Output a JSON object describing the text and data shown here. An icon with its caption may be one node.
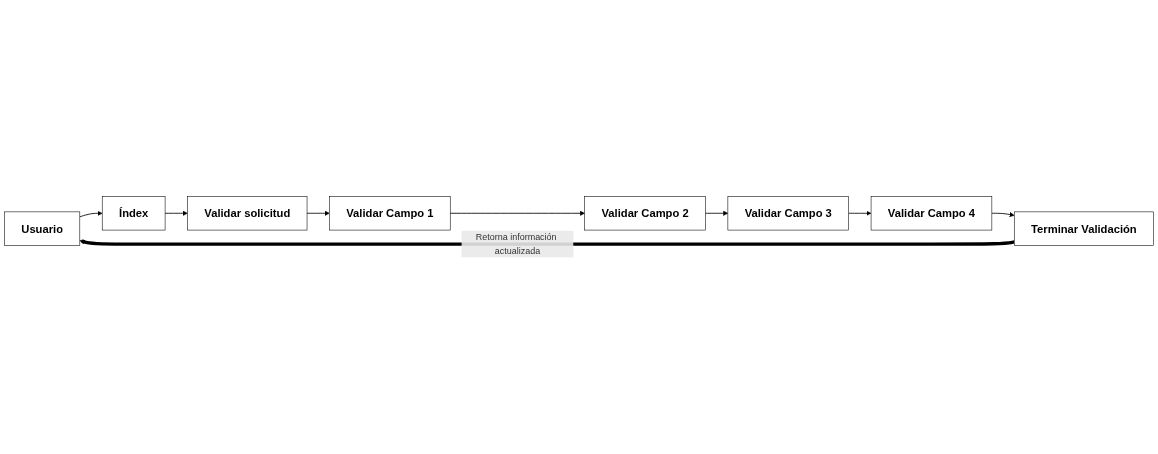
{
  "diagram": {
    "nodes": [
      {
        "text": [
          "Usuario"
        ]
      },
      {
        "text": [
          "Índex"
        ]
      },
      {
        "text": [
          "Validar solicitud"
        ]
      },
      {
        "text": [
          "Validar Campo 1"
        ]
      },
      {
        "text": [
          "Validar Campo 2"
        ]
      },
      {
        "text": [
          "Validar Campo 3"
        ]
      },
      {
        "text": [
          "Validar Campo 4"
        ]
      },
      {
        "text": [
          "Terminar Validación"
        ]
      }
    ],
    "edges": [
      {
        "from": 0,
        "to": 1,
        "arrow": "to"
      },
      {
        "from": 1,
        "to": 2,
        "arrow": "to"
      },
      {
        "from": 2,
        "to": 3,
        "arrow": "to"
      },
      {
        "from": 3,
        "to": 4,
        "arrow": "to"
      },
      {
        "from": 4,
        "to": 5,
        "arrow": "to"
      },
      {
        "from": 5,
        "to": 6,
        "arrow": "to"
      },
      {
        "from": 6,
        "to": 7,
        "arrow": "to"
      },
      {
        "from": 7,
        "to": 0,
        "arrow": "to",
        "label": "Retorna información actualizada",
        "style": "thick"
      }
    ]
  }
}
